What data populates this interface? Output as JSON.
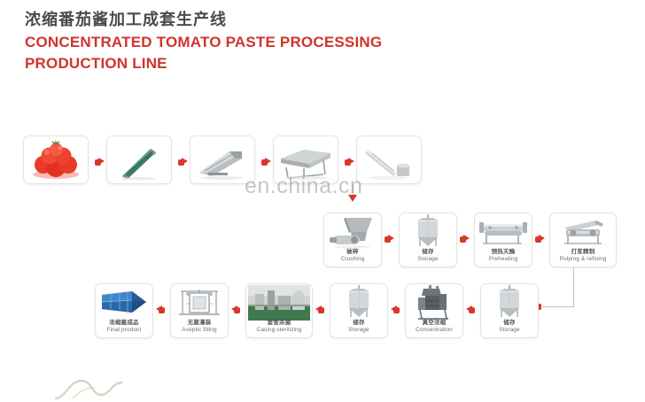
{
  "header": {
    "title_cn": "浓缩番茄酱加工成套生产线",
    "title_en_line1": "CONCENTRATED TOMATO PASTE PROCESSING",
    "title_en_line2": "PRODUCTION LINE",
    "accent_color": "#d0342c",
    "title_cn_color": "#4a4a4a"
  },
  "watermark": {
    "text": "en.china.cn"
  },
  "diagram": {
    "arrow_color": "#d8372c",
    "connector_color": "#d8b5b0",
    "rows": [
      {
        "name": "row-1",
        "flow": "left-to-right",
        "steps": [
          {
            "icon": "tomatoes-icon",
            "label_cn": "",
            "label_en": ""
          },
          {
            "icon": "incline-belt-conveyor-icon",
            "label_cn": "",
            "label_en": ""
          },
          {
            "icon": "belt-conveyor-icon",
            "label_cn": "",
            "label_en": ""
          },
          {
            "icon": "sorting-table-icon",
            "label_cn": "",
            "label_en": ""
          },
          {
            "icon": "elevator-conveyor-icon",
            "label_cn": "",
            "label_en": ""
          }
        ]
      },
      {
        "name": "row-2",
        "flow": "left-to-right",
        "steps": [
          {
            "icon": "crusher-icon",
            "label_cn": "破碎",
            "label_en": "Crushing"
          },
          {
            "icon": "storage-tank-icon",
            "label_cn": "储存",
            "label_en": "Storage"
          },
          {
            "icon": "preheater-icon",
            "label_cn": "预热灭酶",
            "label_en": "Preheating"
          },
          {
            "icon": "pulper-refiner-icon",
            "label_cn": "打浆精制",
            "label_en": "Pulping & refining"
          }
        ]
      },
      {
        "name": "row-3",
        "flow": "right-to-left",
        "steps": [
          {
            "icon": "final-product-icon",
            "label_cn": "浓缩酱成品",
            "label_en": "Final product"
          },
          {
            "icon": "aseptic-filling-icon",
            "label_cn": "无菌灌装",
            "label_en": "Aseptic filling"
          },
          {
            "icon": "casing-sterilizing-icon",
            "label_cn": "套管杀菌",
            "label_en": "Casing sterilizing"
          },
          {
            "icon": "storage-tank-icon",
            "label_cn": "储存",
            "label_en": "Storage"
          },
          {
            "icon": "evaporator-icon",
            "label_cn": "真空浓缩",
            "label_en": "Concentration"
          },
          {
            "icon": "storage-tank-icon",
            "label_cn": "储存",
            "label_en": "Storage"
          }
        ]
      }
    ]
  }
}
